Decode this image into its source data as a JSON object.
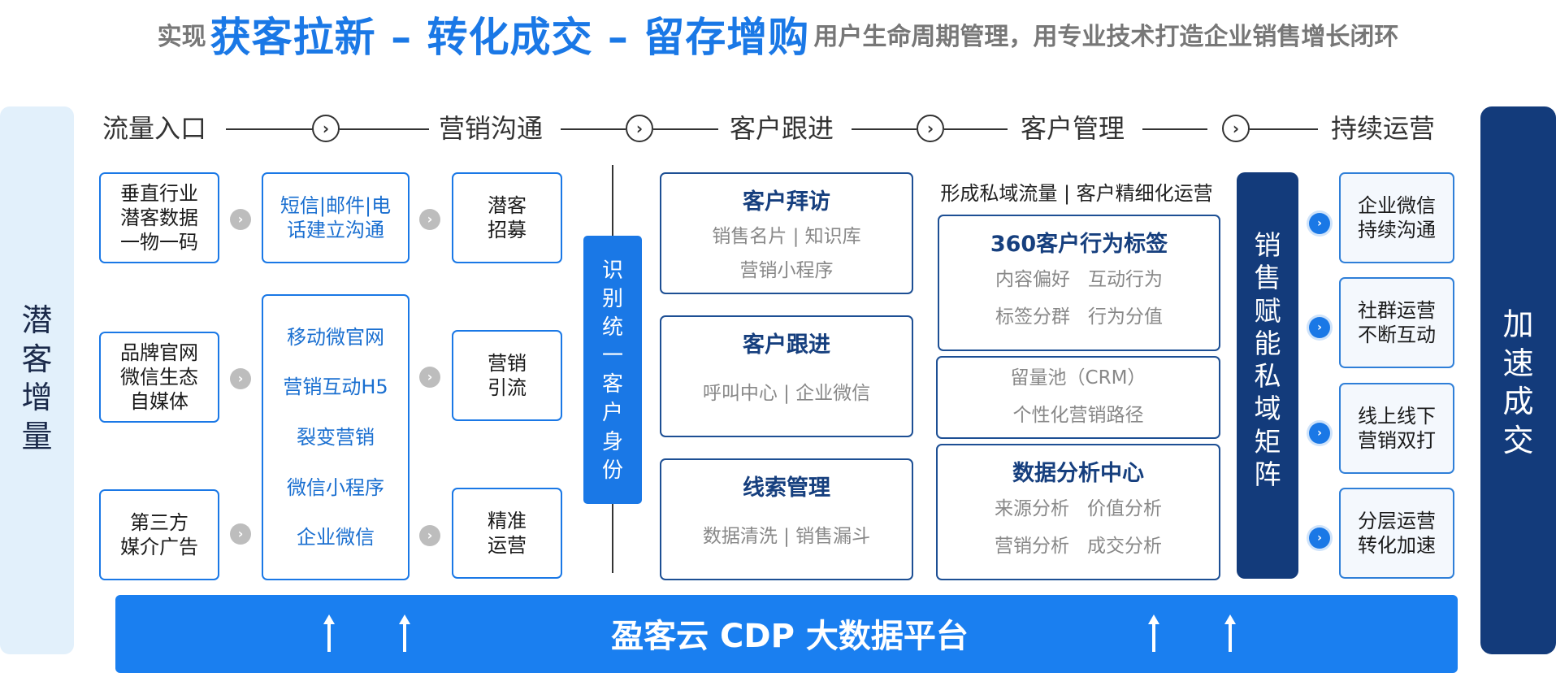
{
  "header": {
    "prefix": "实现",
    "highlight": "获客拉新 – 转化成交 – 留存增购",
    "suffix": "用户生命周期管理，用专业技术打造企业销售增长闭环"
  },
  "left_bar": {
    "label": "潜客增量"
  },
  "right_bar": {
    "label": "加速成交"
  },
  "stages": [
    "流量入口",
    "营销沟通",
    "客户跟进",
    "客户管理",
    "持续运营"
  ],
  "sources": [
    "垂直行业\n潜客数据\n一物一码",
    "品牌官网\n微信生态\n自媒体",
    "第三方\n媒介广告"
  ],
  "channels_top": "短信|邮件|电\n话建立沟通",
  "channels_mid": [
    "移动微官网",
    "营销互动H5",
    "裂变营销",
    "微信小程序",
    "企业微信"
  ],
  "outcomes": [
    "潜客\n招募",
    "营销\n引流",
    "精准\n运营"
  ],
  "ident_band": "识别统一客户身份",
  "follow_cards": [
    {
      "title": "客户拜访",
      "lines": [
        "销售名片 |  知识库",
        "营销小程序"
      ]
    },
    {
      "title": "客户跟进",
      "lines": [
        "呼叫中心 | 企业微信"
      ]
    },
    {
      "title": "线索管理",
      "lines": [
        "数据清洗 |  销售漏斗"
      ]
    }
  ],
  "crm_headline": "形成私域流量 | 客户精细化运营",
  "crm_cards": [
    {
      "title": "360客户行为标签",
      "lines": [
        "内容偏好   互动行为",
        "标签分群   行为分值"
      ]
    },
    {
      "title": "",
      "lines": [
        "留量池（CRM）",
        "个性化营销路径"
      ]
    },
    {
      "title": "数据分析中心",
      "lines": [
        "来源分析   价值分析",
        "营销分析   成交分析"
      ]
    }
  ],
  "enable_band": "销售赋能 私域矩阵",
  "ops": [
    "企业微信\n持续沟通",
    "社群运营\n不断互动",
    "线上线下\n营销双打",
    "分层运营\n转化加速"
  ],
  "platform": {
    "title": "盈客云 CDP 大数据平台"
  },
  "colors": {
    "accent": "#1a78e6",
    "navy": "#133b7b",
    "light": "#e2f0fb"
  }
}
